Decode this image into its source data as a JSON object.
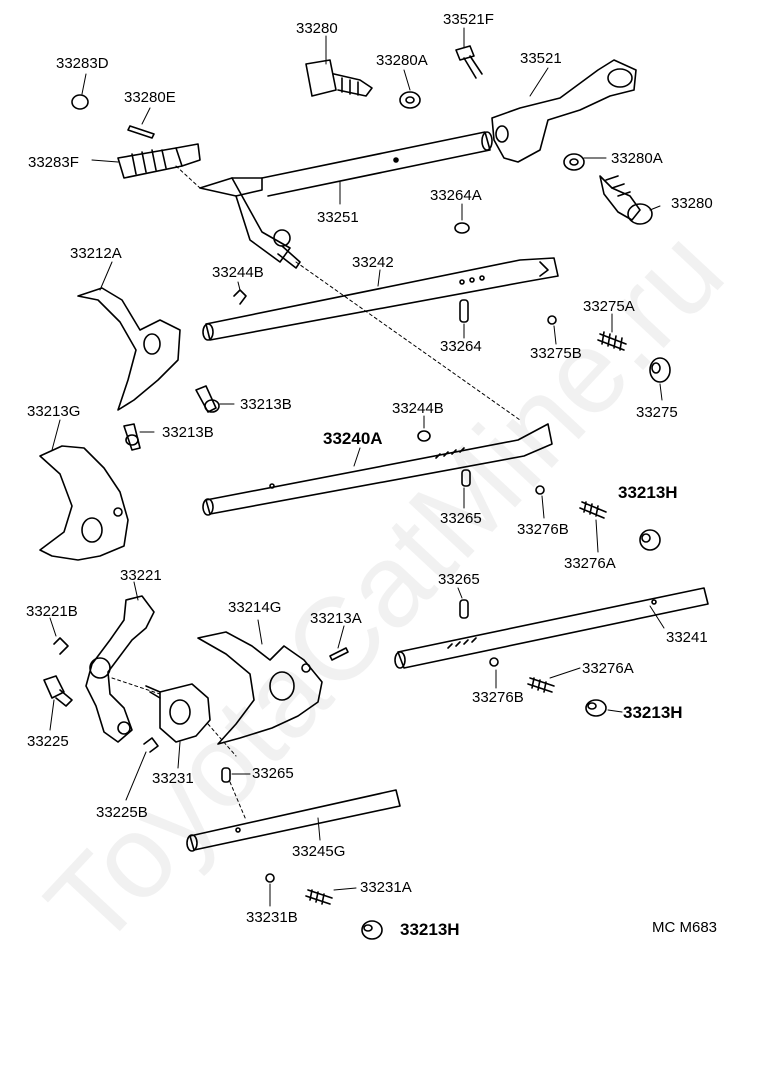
{
  "watermark": "ToyotaCatMine.ru",
  "diagram_code": "MC M683",
  "parts": {
    "p33280_top": "33280",
    "p33521F": "33521F",
    "p33283D": "33283D",
    "p33280A_top": "33280A",
    "p33521": "33521",
    "p33280E": "33280E",
    "p33283F": "33283F",
    "p33280A_right": "33280A",
    "p33280_right": "33280",
    "p33251": "33251",
    "p33264A": "33264A",
    "p33212A": "33212A",
    "p33242": "33242",
    "p33244B_top": "33244B",
    "p33275A": "33275A",
    "p33264": "33264",
    "p33275B": "33275B",
    "p33275": "33275",
    "p33213B_a": "33213B",
    "p33213B_b": "33213B",
    "p33213G": "33213G",
    "p33244B_mid": "33244B",
    "p33240A": "33240A",
    "p33213H_a": "33213H",
    "p33265_a": "33265",
    "p33276B_a": "33276B",
    "p33276A_a": "33276A",
    "p33221": "33221",
    "p33265_b": "33265",
    "p33221B": "33221B",
    "p33214G": "33214G",
    "p33213A": "33213A",
    "p33241": "33241",
    "p33276A_b": "33276A",
    "p33225": "33225",
    "p33276B_b": "33276B",
    "p33213H_b": "33213H",
    "p33231": "33231",
    "p33265_c": "33265",
    "p33225B": "33225B",
    "p33245G": "33245G",
    "p33231A": "33231A",
    "p33231B": "33231B",
    "p33213H_c": "33213H"
  }
}
